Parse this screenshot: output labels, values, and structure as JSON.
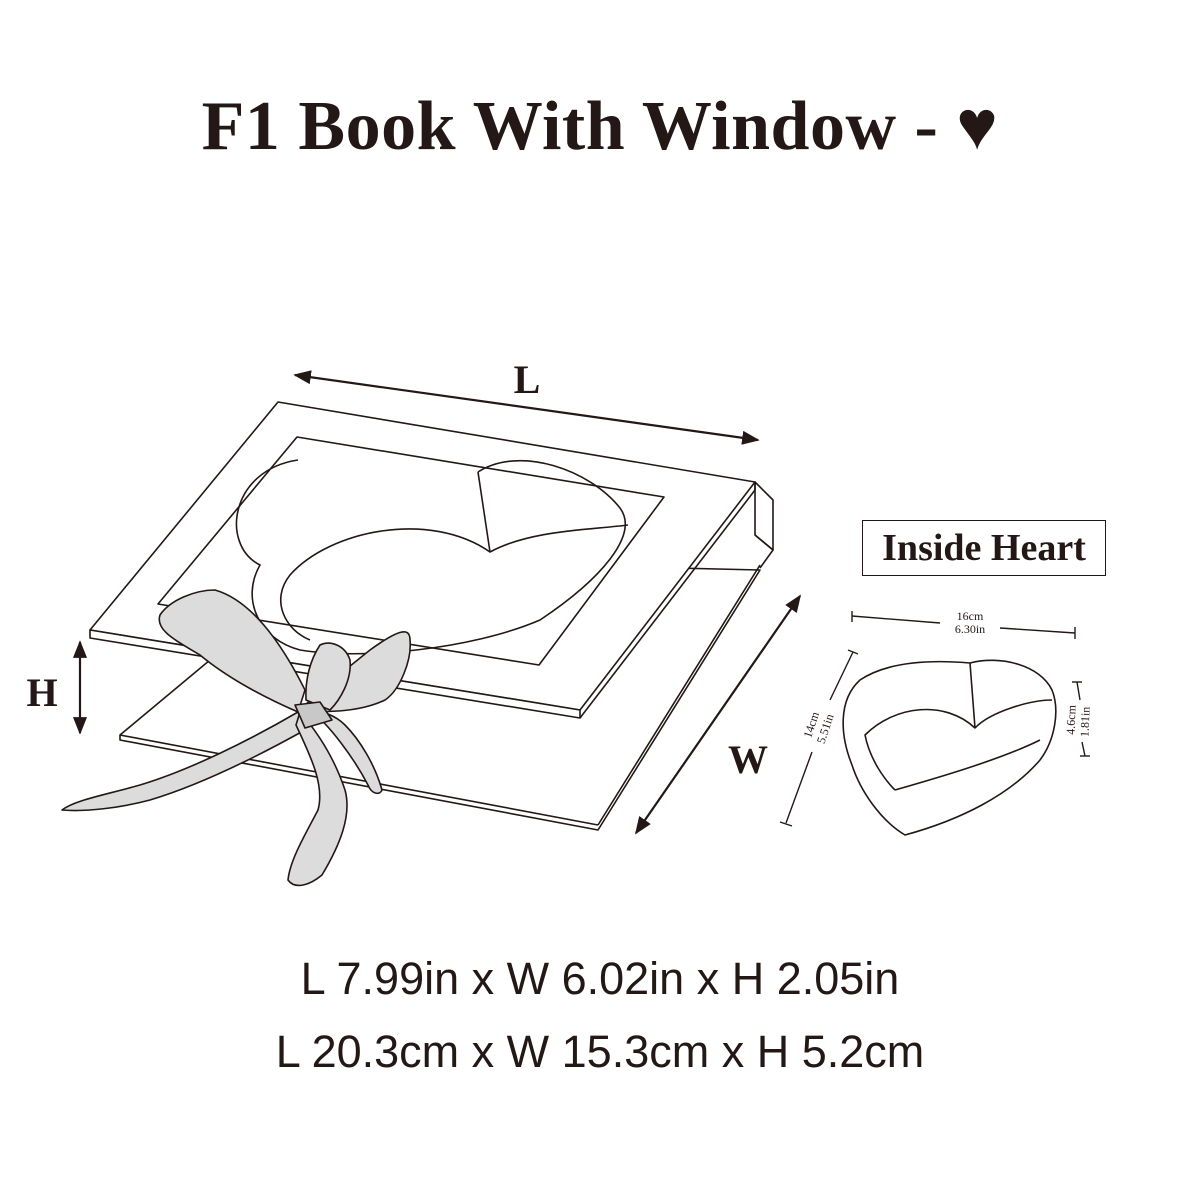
{
  "title": "F1  Book With Window - ♥",
  "labels": {
    "length": "L",
    "width": "W",
    "height": "H"
  },
  "inside_heart": {
    "label": "Inside Heart",
    "length_cm": "16cm",
    "length_in": "6.30in",
    "width_cm": "14cm",
    "width_in": "5.51in",
    "height_cm": "4.6cm",
    "height_in": "1.81in"
  },
  "dimensions": {
    "imperial": "L 7.99in x W 6.02in x H 2.05in",
    "metric": "L 20.3cm x W 15.3cm x H 5.2cm"
  },
  "colors": {
    "ink": "#231815",
    "ribbon": "#d9d9d9"
  }
}
